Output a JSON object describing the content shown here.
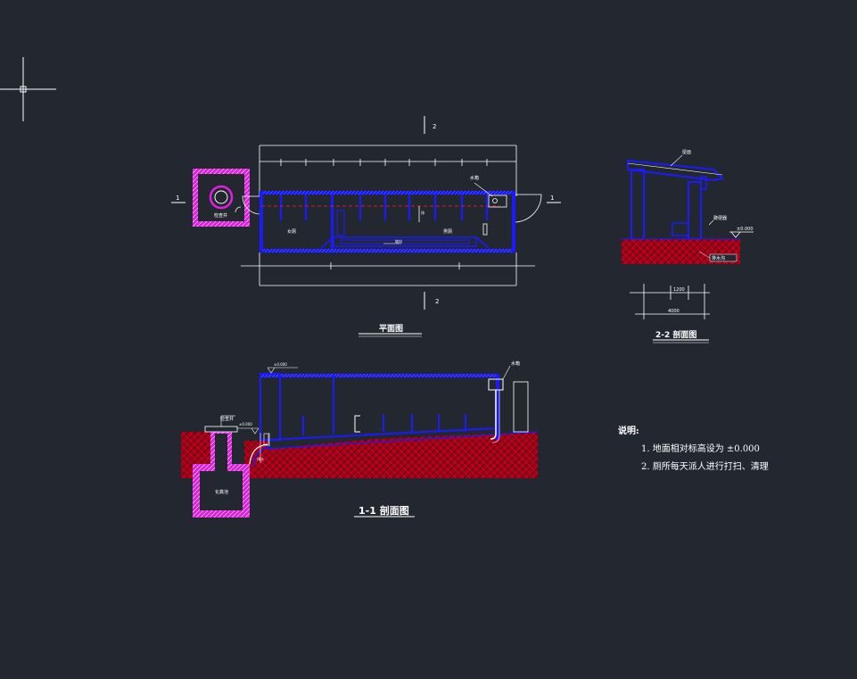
{
  "drawing": {
    "plan_view": {
      "title": "平面图",
      "section_mark_1": "1",
      "section_mark_2": "2",
      "labels": {
        "manhole": "检查井",
        "left_room": "女厕",
        "right_room": "男厕",
        "slope": "坡向",
        "tag_top": "水箱",
        "tag_mid": "排"
      }
    },
    "section_1_1": {
      "title": "1-1 剖面图",
      "labels": {
        "elevation": "±0.000",
        "ground": "±0.000",
        "well_top": "检查井",
        "well": "化粪池",
        "tank": "水箱",
        "pipe": "排水"
      }
    },
    "section_2_2": {
      "title": "2-2 剖面图",
      "labels": {
        "roof": "屋面",
        "fixture": "蹲便器",
        "ground": "±0.000",
        "drain": "排水沟",
        "dim_top": "1200",
        "dim_bottom": "4000"
      }
    },
    "notes": {
      "title": "说明:",
      "items": [
        "1. 地面相对标高设为 ±0.000",
        "2. 厕所每天派人进行打扫、清理"
      ]
    }
  },
  "colors": {
    "background": "#232830",
    "outline": "#ffffff",
    "structure": "#1a1aff",
    "soil": "#b3001b",
    "manhole": "#e020e0"
  }
}
